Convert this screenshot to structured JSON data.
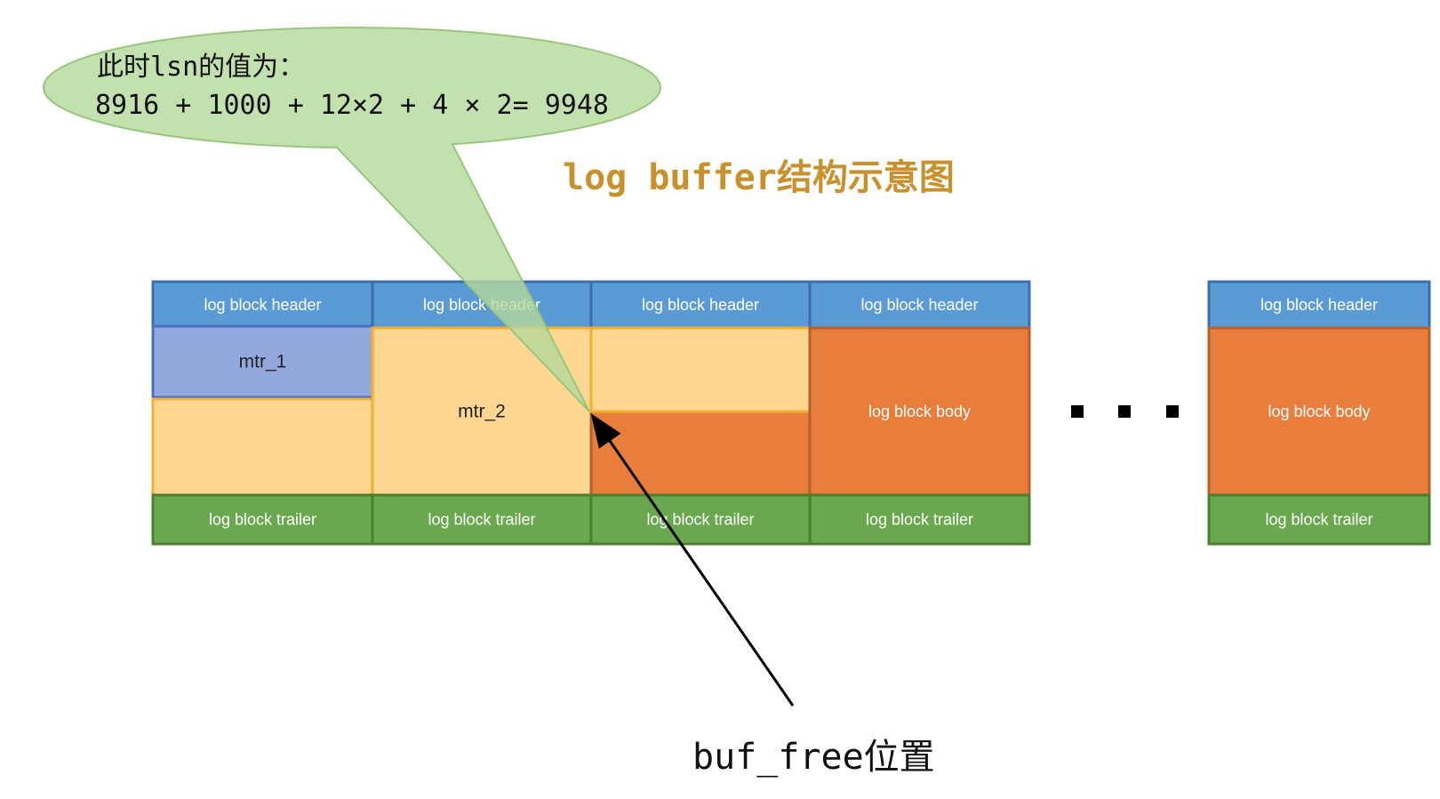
{
  "title": "log buffer结构示意图",
  "callout": {
    "line1": "此时lsn的值为：",
    "line2": "8916 + 1000 + 12×2 + 4 × 2= 9948"
  },
  "blocks": [
    {
      "header": "log block header",
      "trailer": "log block trailer"
    },
    {
      "header": "log block header",
      "trailer": "log block trailer"
    },
    {
      "header": "log block header",
      "trailer": "log block trailer"
    },
    {
      "header": "log block header",
      "body": "log block body",
      "trailer": "log block trailer"
    },
    {
      "header": "log block header",
      "body": "log block body",
      "trailer": "log block trailer"
    }
  ],
  "mtrs": [
    {
      "label": "mtr_1"
    },
    {
      "label": "mtr_2"
    }
  ],
  "pointer": {
    "label": "buf_free位置"
  },
  "colors": {
    "title": "#c8912b",
    "header": "#5b9bd5",
    "trailer": "#6aa84f",
    "body_free": "#e97d3c",
    "mtr_1": "#93a8dc",
    "mtr_2": "#fdd691",
    "callout": "#b4d89b",
    "arrow": "#000000"
  }
}
